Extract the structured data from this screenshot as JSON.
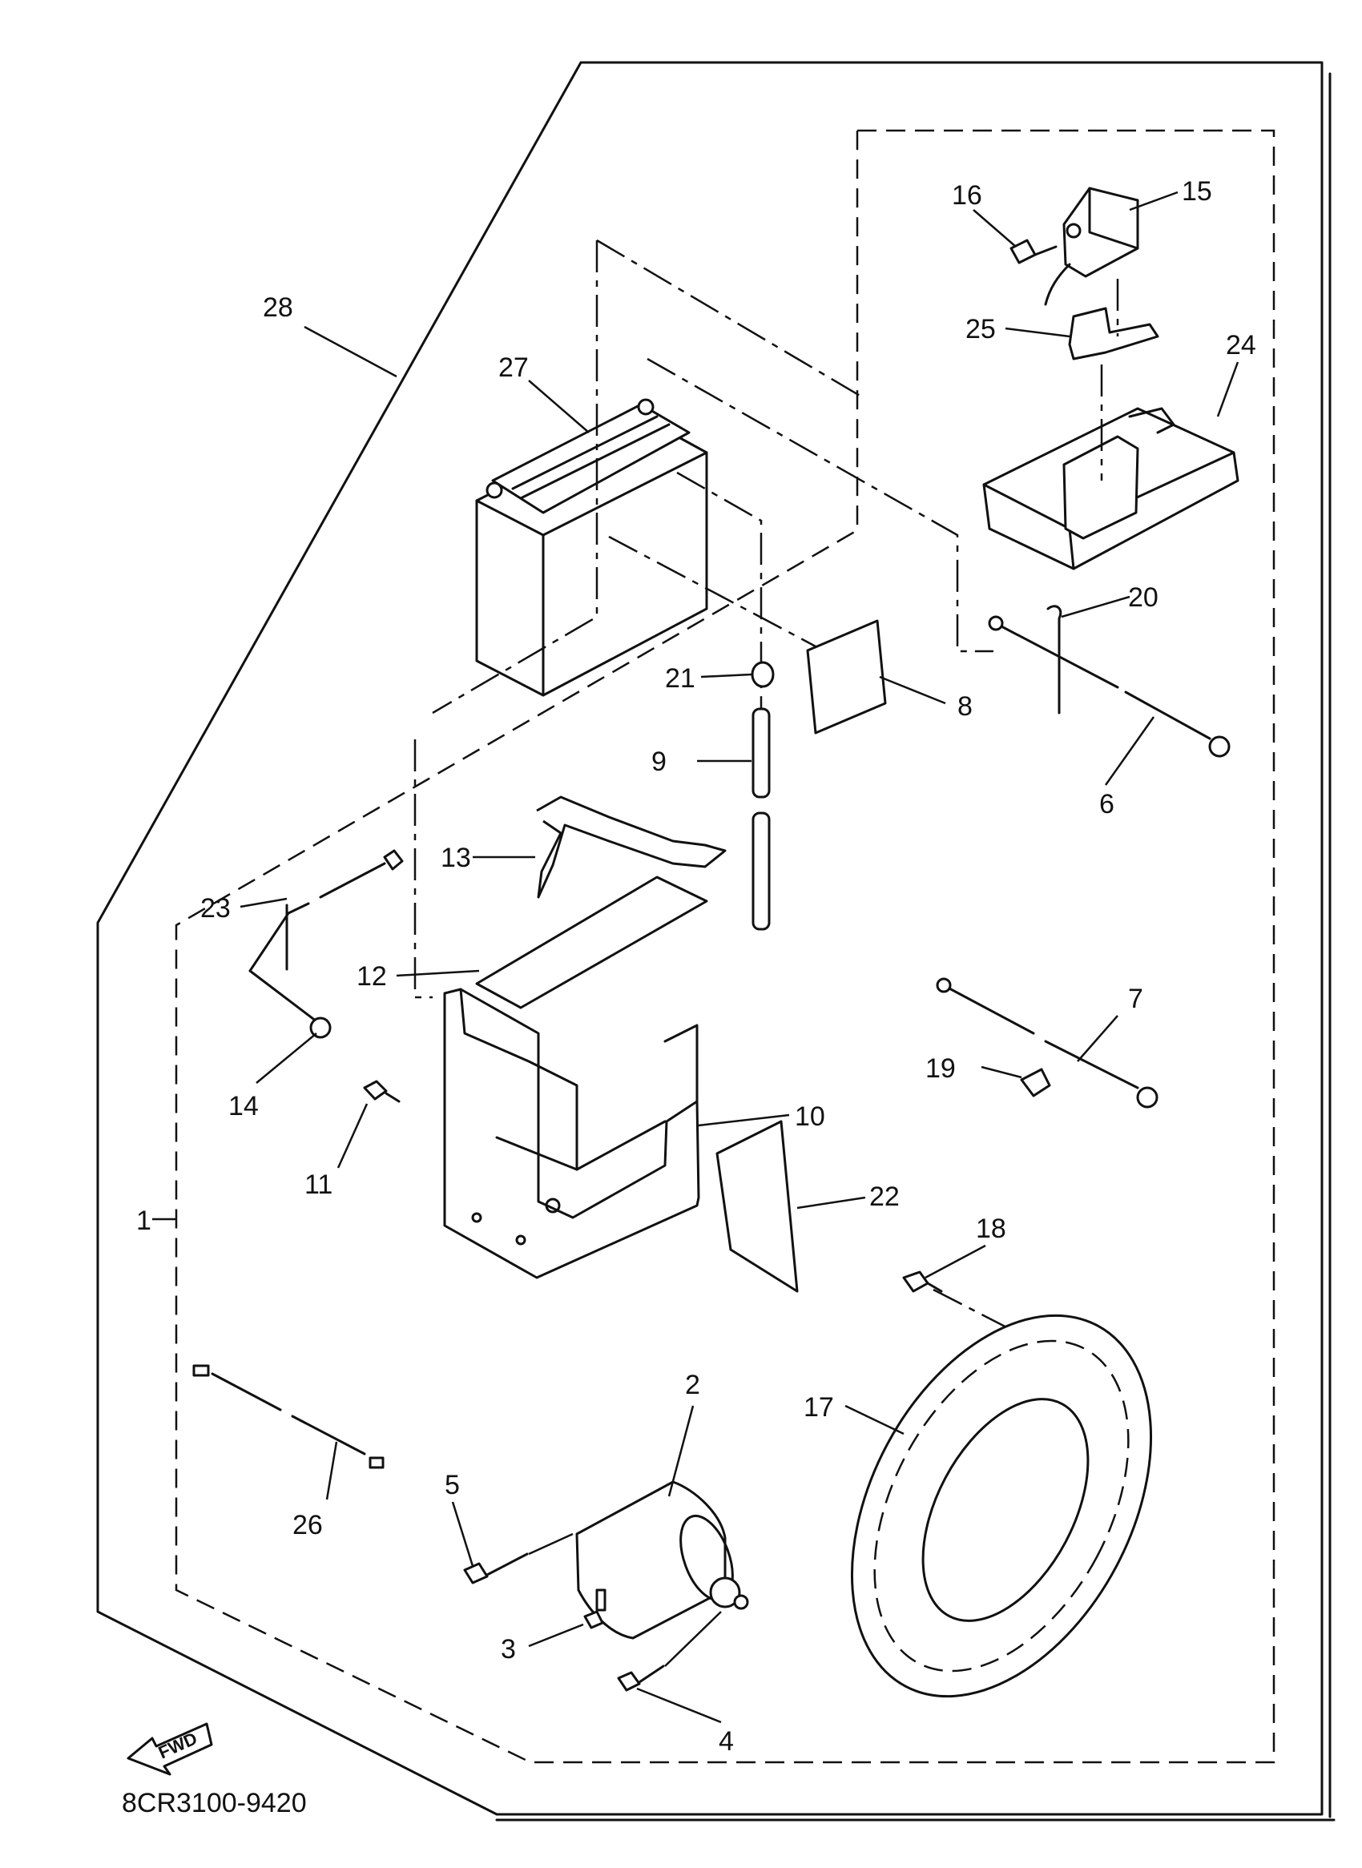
{
  "diagram": {
    "drawing_code": "8CR3100-9420",
    "direction_label": "FWD",
    "callouts": [
      "1",
      "2",
      "3",
      "4",
      "5",
      "6",
      "7",
      "8",
      "9",
      "10",
      "11",
      "12",
      "13",
      "14",
      "15",
      "16",
      "17",
      "18",
      "19",
      "20",
      "21",
      "22",
      "23",
      "24",
      "25",
      "26",
      "27",
      "28"
    ]
  }
}
